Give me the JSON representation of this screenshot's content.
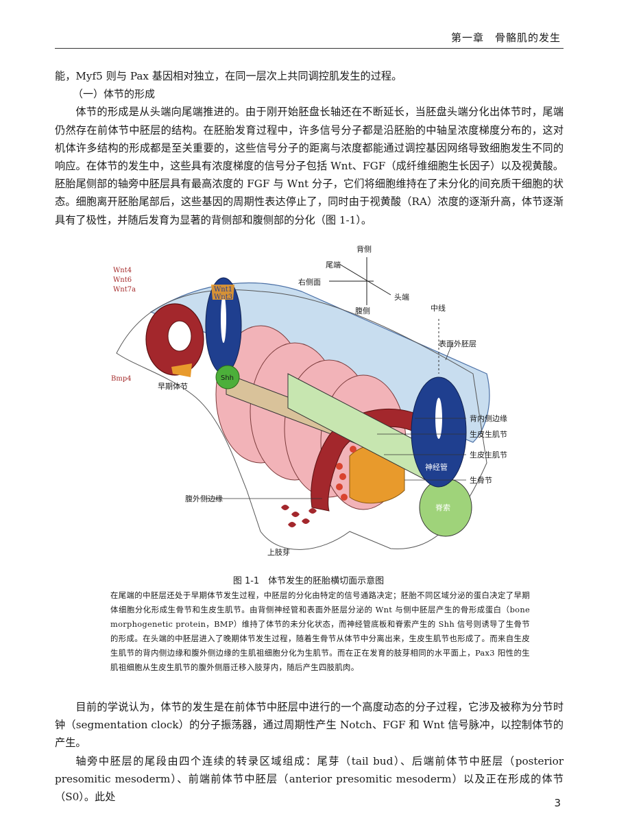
{
  "header": {
    "running_head": "第一章　骨骼肌的发生"
  },
  "body": {
    "intro_paragraph": "能，Myf5 则与 Pax 基因相对独立，在同一层次上共同调控肌发生的过程。",
    "section_heading": "（一）体节的形成",
    "paragraph_1": "体节的形成是从头端向尾端推进的。由于刚开始胚盘长轴还在不断延长，当胚盘头端分化出体节时，尾端仍然存在前体节中胚层的结构。在胚胎发育过程中，许多信号分子都是沿胚胎的中轴呈浓度梯度分布的，这对机体许多结构的形成都是至关重要的，这些信号分子的距离与浓度都能通过调控基因网络导致细胞发生不同的响应。在体节的发生中，这些具有浓度梯度的信号分子包括 Wnt、FGF（成纤维细胞生长因子）以及视黄酸。胚胎尾侧部的轴旁中胚层具有最高浓度的 FGF 与 Wnt 分子，它们将细胞维持在了未分化的间充质干细胞的状态。细胞离开胚胎尾部后，这些基因的周期性表达停止了，同时由于视黄酸（RA）浓度的逐渐升高，体节逐渐具有了极性，并随后发育为显著的背侧部和腹侧部的分化（图 1-1）。",
    "paragraph_2": "目前的学说认为，体节的发生是在前体节中胚层中进行的一个高度动态的分子过程，它涉及被称为分节时钟（segmentation clock）的分子振荡器，通过周期性产生 Notch、FGF 和 Wnt 信号脉冲，以控制体节的产生。",
    "paragraph_3": "轴旁中胚层的尾段由四个连续的转录区域组成：尾芽（tail bud）、后端前体节中胚层（posterior presomitic mesoderm）、前端前体节中胚层（anterior presomitic mesoderm）以及正在形成的体节（S0）。此处"
  },
  "figure": {
    "labels": {
      "dorsal": "背侧",
      "caudal": "尾端",
      "right_side": "右侧面",
      "cranial": "头端",
      "ventral": "腹侧",
      "midline": "中线",
      "surface_ectoderm": "表面外胚层",
      "dorsomedial_lip": "背内侧边缘",
      "dermomyotome": "生皮生肌节",
      "dermomyotome_2": "生皮生肌节",
      "neural_tube": "神经管",
      "sclerotome": "生骨节",
      "notochord": "脊索",
      "ventrolateral_lip": "腹外侧边缘",
      "limb_bud": "上肢芽",
      "early_somite": "早期体节",
      "shh": "Shh",
      "bmp4": "Bmp4",
      "wnt4": "Wnt4",
      "wnt6": "Wnt6",
      "wnt7a": "Wnt7a",
      "wnt1": "Wnt1",
      "wnt3": "Wnt3"
    },
    "caption": "图 1-1　体节发生的胚胎横切面示意图",
    "note": "在尾端的中胚层还处于早期体节发生过程，中胚层的分化由特定的信号通路决定；胚胎不同区域分泌的蛋白决定了早期体细胞分化形成生骨节和生皮生肌节。由背侧神经管和表面外胚层分泌的 Wnt 与侧中胚层产生的骨形成蛋白（bone morphogenetic protein，BMP）维持了体节的未分化状态，而神经管底板和脊索产生的 Shh 信号则诱导了生骨节的形成。在头端的中胚层进入了晚期体节发生过程，随着生骨节从体节中分离出来，生皮生肌节也形成了。而来自生皮生肌节的背内侧边缘和腹外侧边缘的生肌祖细胞分化为生肌节。而在正在发育的肢芽相同的水平面上，Pax3 阳性的生肌祖细胞从生皮生肌节的腹外侧唇迁移入肢芽内，随后产生四肢肌肉。"
  },
  "footer": {
    "page_number": "3"
  },
  "colors": {
    "neural_tube": "#1f3f8f",
    "ectoderm": "#b9d3ea",
    "somite_pink": "#f2b3b8",
    "dermomyotome": "#a3272c",
    "sclerotome": "#e89a2c",
    "notochord": "#9fd37a",
    "shh_green": "#4caf3a"
  }
}
